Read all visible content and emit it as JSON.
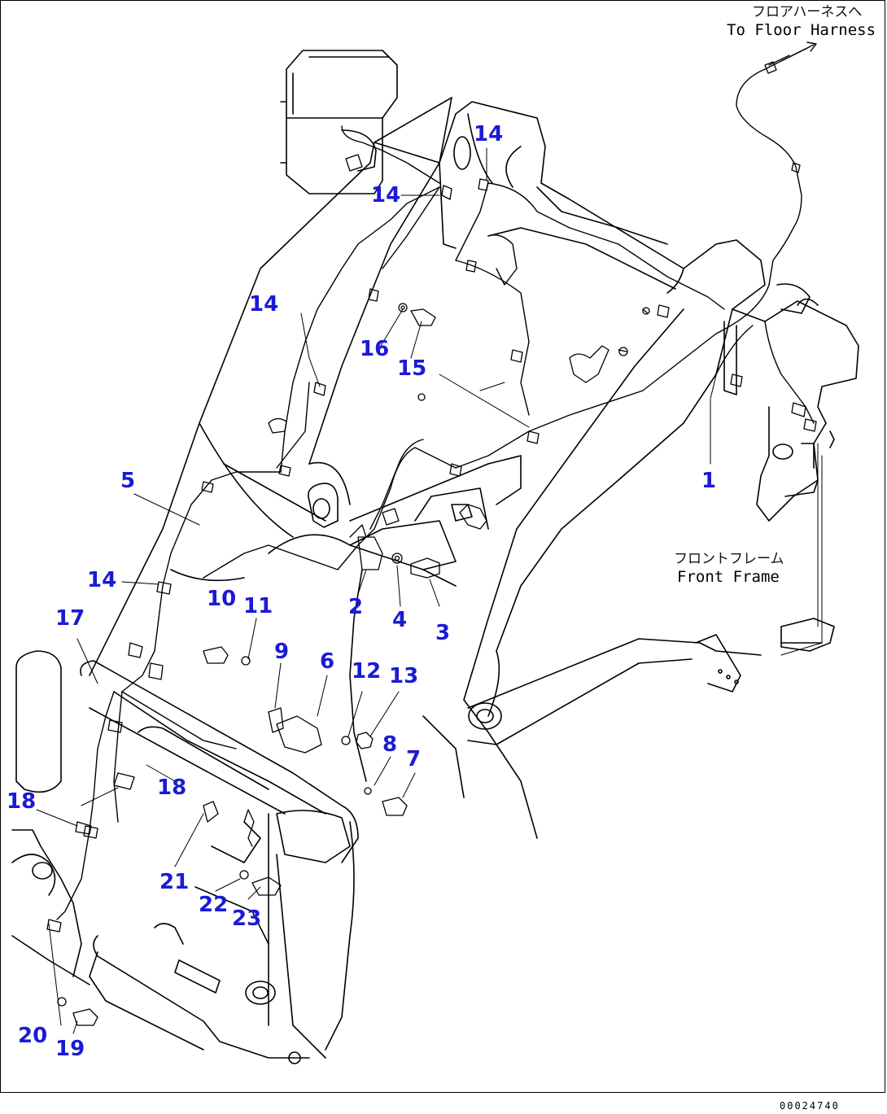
{
  "annotations": {
    "floor_harness_jp": "フロアハーネスへ",
    "floor_harness_en": "To Floor Harness",
    "front_frame_jp": "フロントフレーム",
    "front_frame_en": "Front Frame"
  },
  "callouts": {
    "c1": "1",
    "c2": "2",
    "c3": "3",
    "c4": "4",
    "c5": "5",
    "c6": "6",
    "c7": "7",
    "c8": "8",
    "c9": "9",
    "c10": "10",
    "c11": "11",
    "c12": "12",
    "c13": "13",
    "c14a": "14",
    "c14b": "14",
    "c14c": "14",
    "c14d": "14",
    "c15": "15",
    "c16": "16",
    "c17": "17",
    "c18a": "18",
    "c18b": "18",
    "c19": "19",
    "c20": "20",
    "c21": "21",
    "c22": "22",
    "c23": "23"
  },
  "footer": {
    "doc_number": "00024740"
  },
  "colors": {
    "callout": "#1a1ad6",
    "line": "#000000",
    "background": "#ffffff"
  }
}
